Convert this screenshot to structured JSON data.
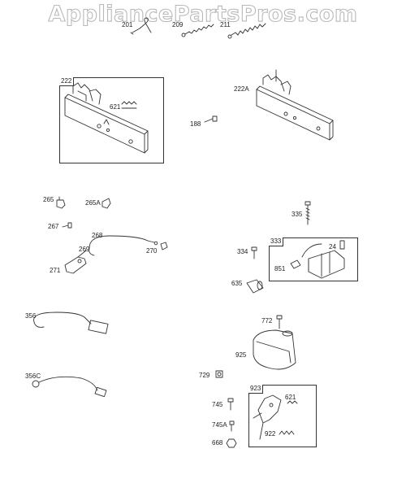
{
  "watermark": "AppliancePartsPros.com",
  "boxes": [
    {
      "id": "222"
    },
    {
      "id": "333"
    },
    {
      "id": "923"
    }
  ],
  "labels": {
    "p201": "201",
    "p209": "209",
    "p211": "211",
    "p222": "222",
    "p621a": "621",
    "p222A": "222A",
    "p188": "188",
    "p265": "265",
    "p265A": "265A",
    "p267": "267",
    "p268": "268",
    "p269": "269",
    "p270": "270",
    "p271": "271",
    "p335": "335",
    "p334": "334",
    "p333": "333",
    "p24": "24",
    "p851": "851",
    "p635": "635",
    "p356": "356",
    "p356C": "356C",
    "p772": "772",
    "p925": "925",
    "p729": "729",
    "p923": "923",
    "p745": "745",
    "p621b": "621",
    "p745A": "745A",
    "p922": "922",
    "p668": "668"
  }
}
